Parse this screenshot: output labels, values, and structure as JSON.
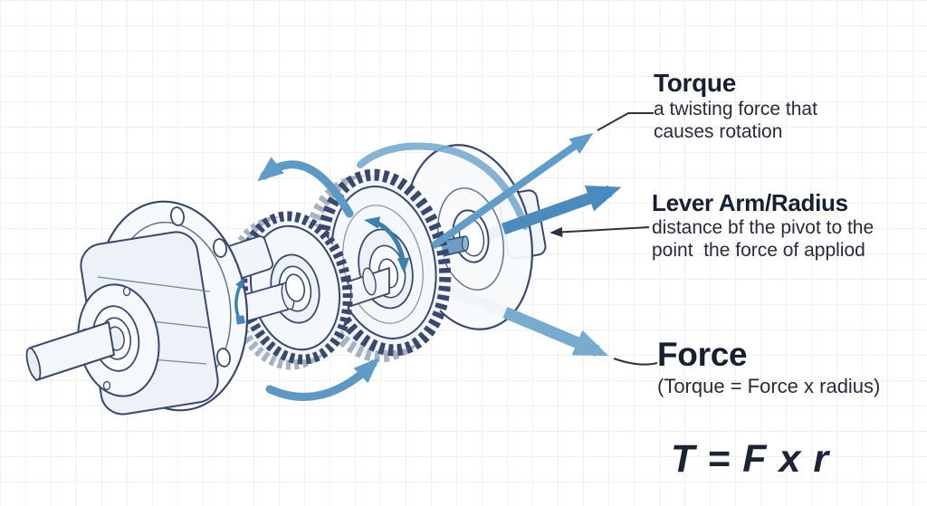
{
  "annotations": {
    "torque": {
      "title": "Torque",
      "line1": "a twisting force that",
      "line2": "causes rotation"
    },
    "lever_arm": {
      "title": "Lever Arm/Radius",
      "line1": "distance bf the pivot to the",
      "line2": "point  the force of appliod"
    },
    "force": {
      "title": "Force",
      "line1": "(Torque = Force x radius)"
    },
    "formula": "T = F x r"
  },
  "diagram": {
    "description": "exploded isometric drivetrain: motor with mounting flange, shaft, pinion gear, spur gear, output flange disc, rotation arrows",
    "parts": [
      "drive-shaft",
      "electric-motor",
      "mounting-flange",
      "pinion-gear",
      "spur-gear",
      "output-flange-disc"
    ],
    "colors": {
      "outline": "#39486b",
      "fill_light": "#f5f8fb",
      "fill_mid": "#edf2f8",
      "arrow_medium": "#5f9cc7",
      "arrow_thick": "#4a8abc",
      "arrow_soft": "#79abce",
      "arrow_small": "#3f7fae",
      "callout_line": "#2b3442",
      "heading_text": "#16202f",
      "body_text": "#262c38",
      "grid": "#edf0f4",
      "background": "#ffffff"
    }
  }
}
